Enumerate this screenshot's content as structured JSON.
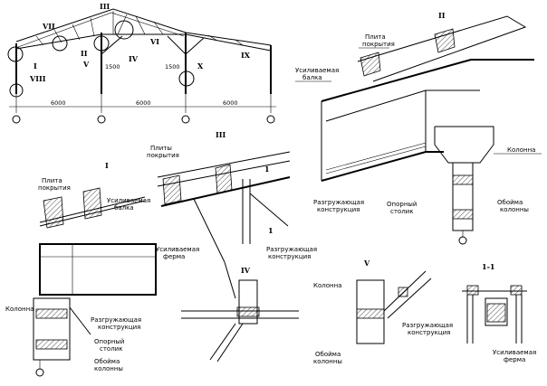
{
  "frame": {
    "dims": [
      "6000",
      "6000",
      "6000"
    ],
    "heights": [
      "1500",
      "1500"
    ],
    "markers": [
      "I",
      "II",
      "III",
      "IV",
      "V",
      "VI",
      "VII",
      "VIII",
      "IX",
      "X"
    ]
  },
  "detail_II": {
    "title": "II",
    "plate": [
      "Плита",
      "покрытия"
    ],
    "beam": [
      "Усиливаемая",
      "балка"
    ],
    "column": "Колонна",
    "relief": [
      "Разгружающая",
      "конструкция"
    ],
    "support": [
      "Опорный",
      "столик"
    ],
    "clamp": [
      "Обойма",
      "колонны"
    ]
  },
  "detail_I": {
    "title": "I",
    "plate": [
      "Плита",
      "покрытия"
    ],
    "beam": [
      "Усиливаемая",
      "балка"
    ],
    "column": "Колонна",
    "relief": [
      "Разгружающая",
      "конструкция"
    ],
    "support": [
      "Опорный",
      "столик"
    ],
    "clamp": [
      "Обойма",
      "колонны"
    ]
  },
  "detail_III": {
    "title": "III",
    "plates": [
      "Плиты",
      "покрытия"
    ],
    "truss": [
      "Усиливаемая",
      "ферма"
    ],
    "relief": [
      "Разгружающая",
      "конструкция"
    ],
    "section_mark": "1"
  },
  "detail_IV": {
    "title": "IV"
  },
  "detail_V": {
    "title": "V",
    "column": "Колонна",
    "relief": [
      "Разгружающая",
      "конструкция"
    ],
    "clamp": [
      "Обойма",
      "колонны"
    ]
  },
  "section_11": {
    "title": "1-1",
    "truss": [
      "Усиливаемая",
      "ферма"
    ]
  }
}
